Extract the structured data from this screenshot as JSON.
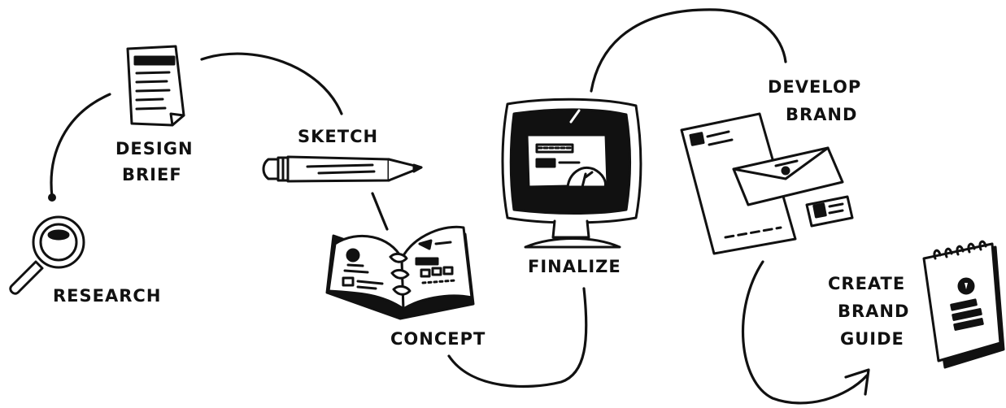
{
  "colors": {
    "ink": "#111111",
    "paper": "#ffffff",
    "fill": "#ffffff"
  },
  "steps": [
    {
      "id": "research",
      "lines": [
        "RESEARCH"
      ],
      "icon": "magnifying-glass-icon"
    },
    {
      "id": "design-brief",
      "lines": [
        "DESIGN",
        "BRIEF"
      ],
      "icon": "document-icon"
    },
    {
      "id": "sketch",
      "lines": [
        "SKETCH"
      ],
      "icon": "pencil-icon"
    },
    {
      "id": "concept",
      "lines": [
        "CONCEPT"
      ],
      "icon": "sketchbook-icon"
    },
    {
      "id": "finalize",
      "lines": [
        "FINALIZE"
      ],
      "icon": "monitor-icon"
    },
    {
      "id": "develop-brand",
      "lines": [
        "DEVELOP",
        "BRAND"
      ],
      "icon": "stationery-icon"
    },
    {
      "id": "create-brand-guide",
      "lines": [
        "CREATE",
        "BRAND",
        "GUIDE"
      ],
      "icon": "notepad-icon"
    }
  ]
}
